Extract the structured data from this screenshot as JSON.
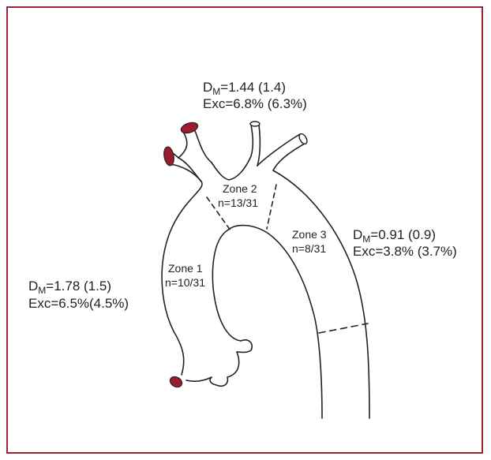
{
  "zone2": {
    "dm_prefix": "D",
    "dm_sub": "M",
    "dm_value": "=1.44 (1.4)",
    "exc": "Exc=6.8% (6.3%)",
    "zone_label": "Zone 2",
    "n": "n=13/31"
  },
  "zone3": {
    "dm_prefix": "D",
    "dm_sub": "M",
    "dm_value": "=0.91 (0.9)",
    "exc": "Exc=3.8% (3.7%)",
    "zone_label": "Zone 3",
    "n": "n=8/31"
  },
  "zone1": {
    "dm_prefix": "D",
    "dm_sub": "M",
    "dm_value": "=1.78 (1.5)",
    "exc": "Exc=6.5%(4.5%)",
    "zone_label": "Zone 1",
    "n": "n=10/31"
  },
  "colors": {
    "frame": "#9b2335",
    "vessel_cap": "#9b1b30",
    "outline": "#222222"
  }
}
